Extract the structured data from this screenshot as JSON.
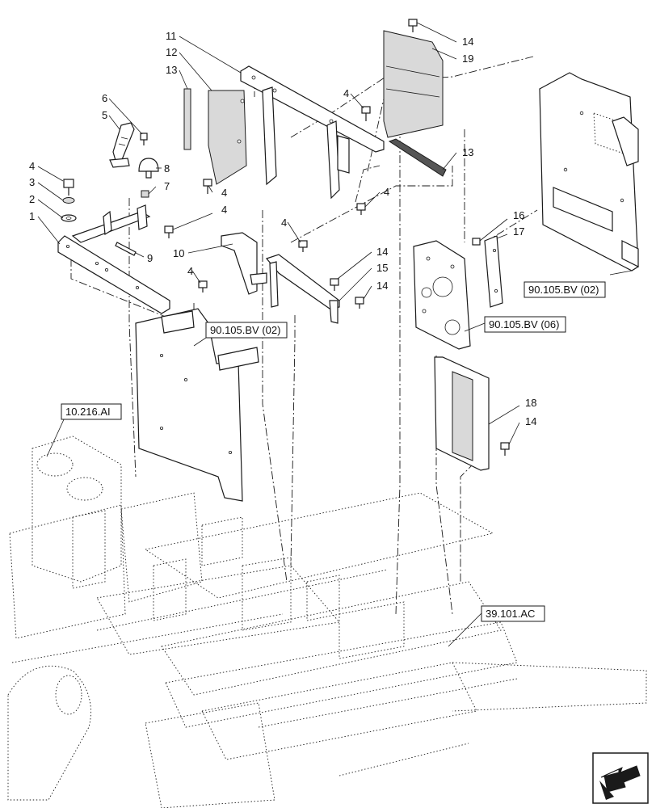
{
  "callouts": {
    "c1": "1",
    "c2": "2",
    "c3": "3",
    "c4a": "4",
    "c4b": "4",
    "c4c": "4",
    "c4d": "4",
    "c4e": "4",
    "c4f": "4",
    "c5": "5",
    "c6": "6",
    "c7": "7",
    "c8": "8",
    "c9": "9",
    "c10": "10",
    "c11": "11",
    "c12": "12",
    "c13a": "13",
    "c13b": "13",
    "c14a": "14",
    "c14b": "14",
    "c14c": "14",
    "c14d": "14",
    "c15": "15",
    "c16": "16",
    "c17": "17",
    "c18": "18",
    "c19": "19"
  },
  "references": {
    "ref_top_right": "90.105.BV (02)",
    "ref_center": "90.105.BV (02)",
    "ref_panel": "90.105.BV (06)",
    "ref_engine": "10.216.AI",
    "ref_frame": "39.101.AC"
  },
  "nav": {
    "icon": "next-page-arrow-icon"
  }
}
